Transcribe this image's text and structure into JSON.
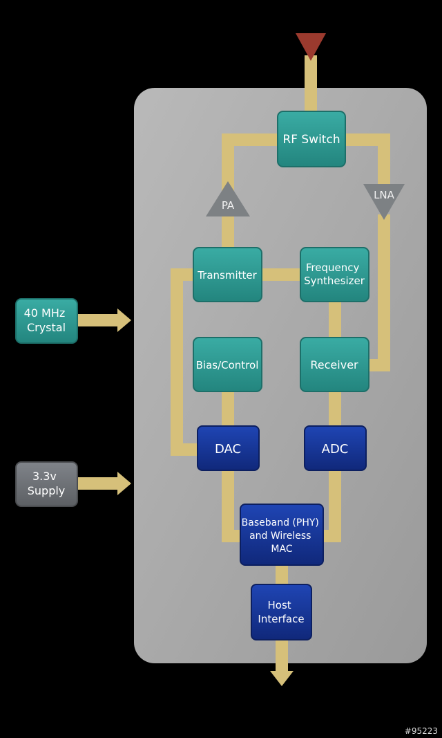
{
  "colors": {
    "background": "#000000",
    "chip": "#a6a6a6",
    "wire": "#d6c07a",
    "teal_block": "#2e9e96",
    "blue_block": "#16359a",
    "gray_block": "#6d7073",
    "triangle": "#7d8184",
    "antenna": "#9b3a2e"
  },
  "blocks": {
    "rf_switch": "RF Switch",
    "transmitter": "Transmitter",
    "freq_synth": [
      "Frequency",
      "Synthesizer"
    ],
    "bias_control": "Bias/Control",
    "receiver": "Receiver",
    "dac": "DAC",
    "adc": "ADC",
    "baseband": [
      "Baseband (PHY)",
      "and Wireless",
      "MAC"
    ],
    "host_interface": [
      "Host",
      "Interface"
    ],
    "crystal": [
      "40 MHz",
      "Crystal"
    ],
    "supply": [
      "3.3v",
      "Supply"
    ]
  },
  "amplifiers": {
    "pa": "PA",
    "lna": "LNA"
  },
  "watermark": "#95223"
}
